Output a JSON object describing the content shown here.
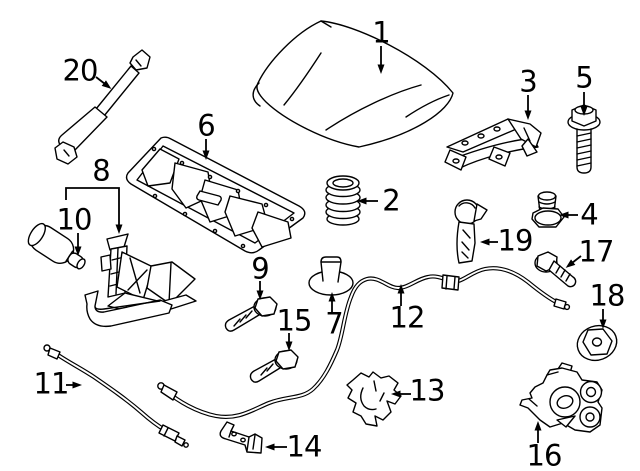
{
  "diagram": {
    "background_color": "#ffffff",
    "line_color": "#000000",
    "label_color": "#000000",
    "callouts": [
      {
        "num": "1"
      },
      {
        "num": "2"
      },
      {
        "num": "3"
      },
      {
        "num": "4"
      },
      {
        "num": "5"
      },
      {
        "num": "6"
      },
      {
        "num": "7"
      },
      {
        "num": "8"
      },
      {
        "num": "9"
      },
      {
        "num": "10"
      },
      {
        "num": "11"
      },
      {
        "num": "12"
      },
      {
        "num": "13"
      },
      {
        "num": "14"
      },
      {
        "num": "15"
      },
      {
        "num": "16"
      },
      {
        "num": "17"
      },
      {
        "num": "18"
      },
      {
        "num": "19"
      },
      {
        "num": "20"
      }
    ]
  }
}
